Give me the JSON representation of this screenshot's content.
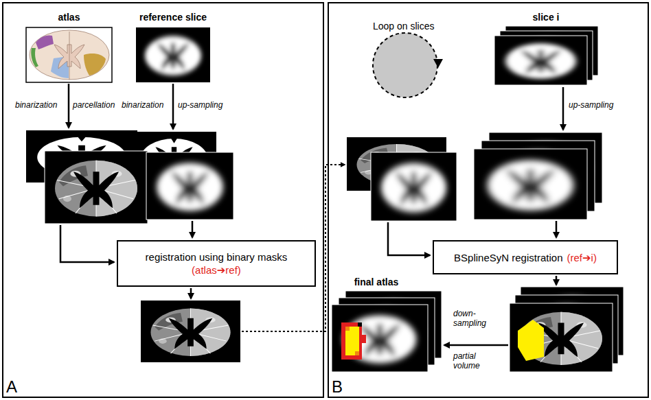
{
  "diagram": {
    "nodes": [
      {
        "text": [
          "A"
        ]
      },
      {
        "text": [
          "atlas"
        ],
        "in": 0
      },
      {
        "text": [
          "reference slice"
        ],
        "in": 0
      },
      {
        "text": [
          "registration using binary masks",
          "(atlas➔ref)"
        ],
        "in": 0
      },
      {
        "text": [
          "B"
        ]
      },
      {
        "text": [
          "slice i"
        ],
        "in": 4
      },
      {
        "text": [
          "BSplineSyN registration",
          "(ref➔i)"
        ],
        "in": 4
      },
      {
        "text": [
          "final atlas"
        ],
        "in": 4
      }
    ],
    "labels": [
      "binarization",
      "parcellation",
      "binarization",
      "up-sampling",
      "Loop on slices",
      "up-sampling",
      "down-sampling",
      "partial volume"
    ]
  }
}
